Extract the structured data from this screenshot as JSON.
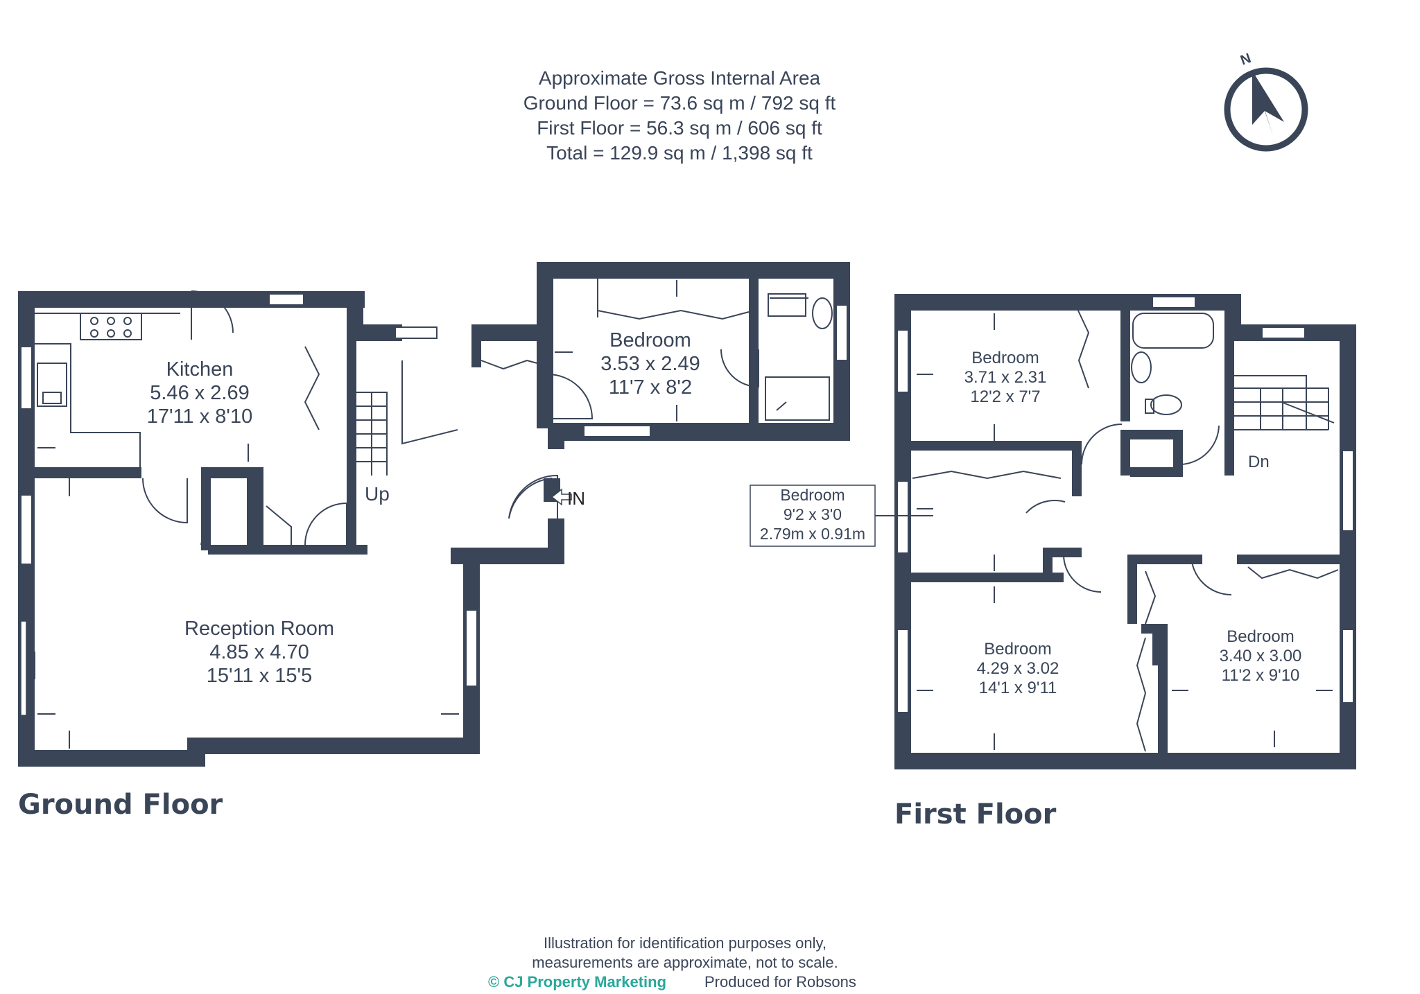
{
  "header": {
    "line1": "Approximate Gross Internal Area",
    "line2": "Ground Floor = 73.6 sq m / 792 sq ft",
    "line3": "First Floor = 56.3 sq m / 606 sq ft",
    "line4": "Total = 129.9 sq m / 1,398 sq ft"
  },
  "compass": {
    "label": "N"
  },
  "ground_floor": {
    "title": "Ground Floor",
    "kitchen": {
      "name": "Kitchen",
      "metric": "5.46 x 2.69",
      "imperial": "17'11 x 8'10"
    },
    "bedroom": {
      "name": "Bedroom",
      "metric": "3.53 x 2.49",
      "imperial": "11'7 x 8'2"
    },
    "reception": {
      "name": "Reception Room",
      "metric": "4.85 x 4.70",
      "imperial": "15'11 x 15'5"
    },
    "stairs_label": "Up",
    "entrance_label": "IN"
  },
  "first_floor": {
    "title": "First Floor",
    "bedroom_top": {
      "name": "Bedroom",
      "metric": "3.71 x 2.31",
      "imperial": "12'2 x 7'7"
    },
    "bedroom_small": {
      "name": "Bedroom",
      "imperial": "9'2 x 3'0",
      "metric": "2.79m x 0.91m"
    },
    "bedroom_left": {
      "name": "Bedroom",
      "metric": "4.29 x 3.02",
      "imperial": "14'1 x 9'11"
    },
    "bedroom_right": {
      "name": "Bedroom",
      "metric": "3.40 x 3.00",
      "imperial": "11'2 x 9'10"
    },
    "stairs_label": "Dn"
  },
  "footer": {
    "line1": "Illustration for identification purposes only,",
    "line2": "measurements are approximate, not to scale.",
    "brand": "© CJ Property Marketing",
    "produced": "Produced for Robsons"
  },
  "colors": {
    "wall": "#3a4558",
    "brand": "#2aa89a"
  }
}
